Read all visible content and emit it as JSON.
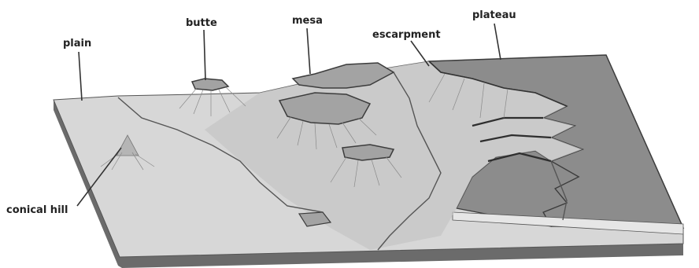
{
  "labels": {
    "plain": "plain",
    "butte": "butte",
    "mesa": "mesa",
    "escarpment": "escarpment",
    "plateau": "plateau",
    "conical_hill": "conical hill"
  },
  "colors": {
    "slab_top": "#d7d7d7",
    "slab_side_front": "#6b6b6b",
    "slab_side_right": "#4a4a4a",
    "plateau_top": "#8c8c8c",
    "mesa_top": "#a3a3a3",
    "cliff_edge": "#3c3c3c"
  }
}
